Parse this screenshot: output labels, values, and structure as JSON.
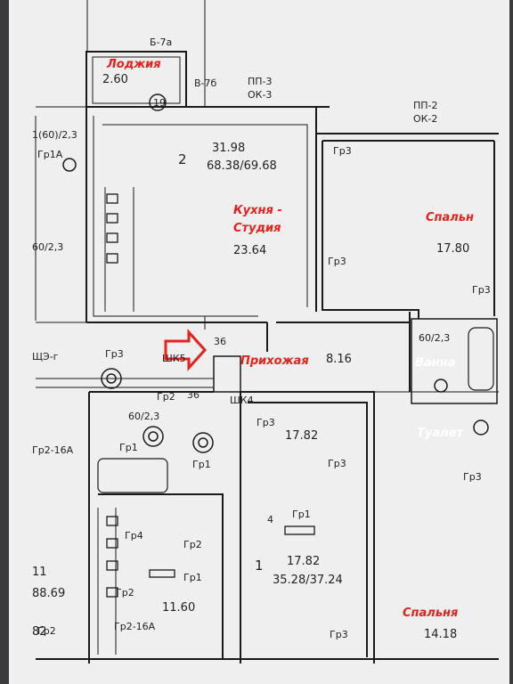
{
  "colors": {
    "paper": "#efefef",
    "wall": "#1a1a1a",
    "label_red": "#e8201b",
    "background": "#3b3b3e"
  },
  "plan": {
    "loggia": {
      "name": "Лоджия",
      "area": "2.60",
      "axis": "Б-7а"
    },
    "axis_labels": {
      "b7b": "В-7б",
      "pp3": "ПП-3",
      "ok3": "ОК-3",
      "pp2": "ПП-2",
      "ok2": "ОК-2",
      "circle19": "19"
    },
    "apt2": {
      "number": "2",
      "living": "31.98",
      "total": "68.38/69.68"
    },
    "kitchen": {
      "name_line1": "Кухня -",
      "name_line2": "Студия",
      "area": "23.64"
    },
    "bedroom_top": {
      "name": "Спальн",
      "area": "17.80"
    },
    "hallway": {
      "name": "Прихожая",
      "area": "8.16",
      "door": "36"
    },
    "bath": {
      "name": "Ванна",
      "size": "60/2,3"
    },
    "toilet": {
      "name": "Туалет"
    },
    "bedroom_bottom": {
      "name": "Спальня",
      "area": "14.18"
    },
    "apt1": {
      "number": "1",
      "living": "17.82",
      "total": "35.28/37.24",
      "room": "17.82"
    },
    "lower_left_room": {
      "area": "11.60"
    },
    "left_unit": {
      "a": "1(60)/2,3",
      "b": "Гр1А",
      "c": "60/2,3",
      "d": "Гр2-16А",
      "e": "88.69",
      "f": "82",
      "g": "11",
      "h": "ЩЭ-г"
    },
    "panels": {
      "shk5": "ШК5",
      "shk4": "ШК4",
      "d36b": "36",
      "d60": "60/2,3"
    },
    "groups": {
      "gr1": "Гр1",
      "gr2": "Гр2",
      "gr3": "Гр3",
      "gr4": "Гр4",
      "gr2_16a": "Гр2-16А",
      "n4": "4"
    }
  }
}
